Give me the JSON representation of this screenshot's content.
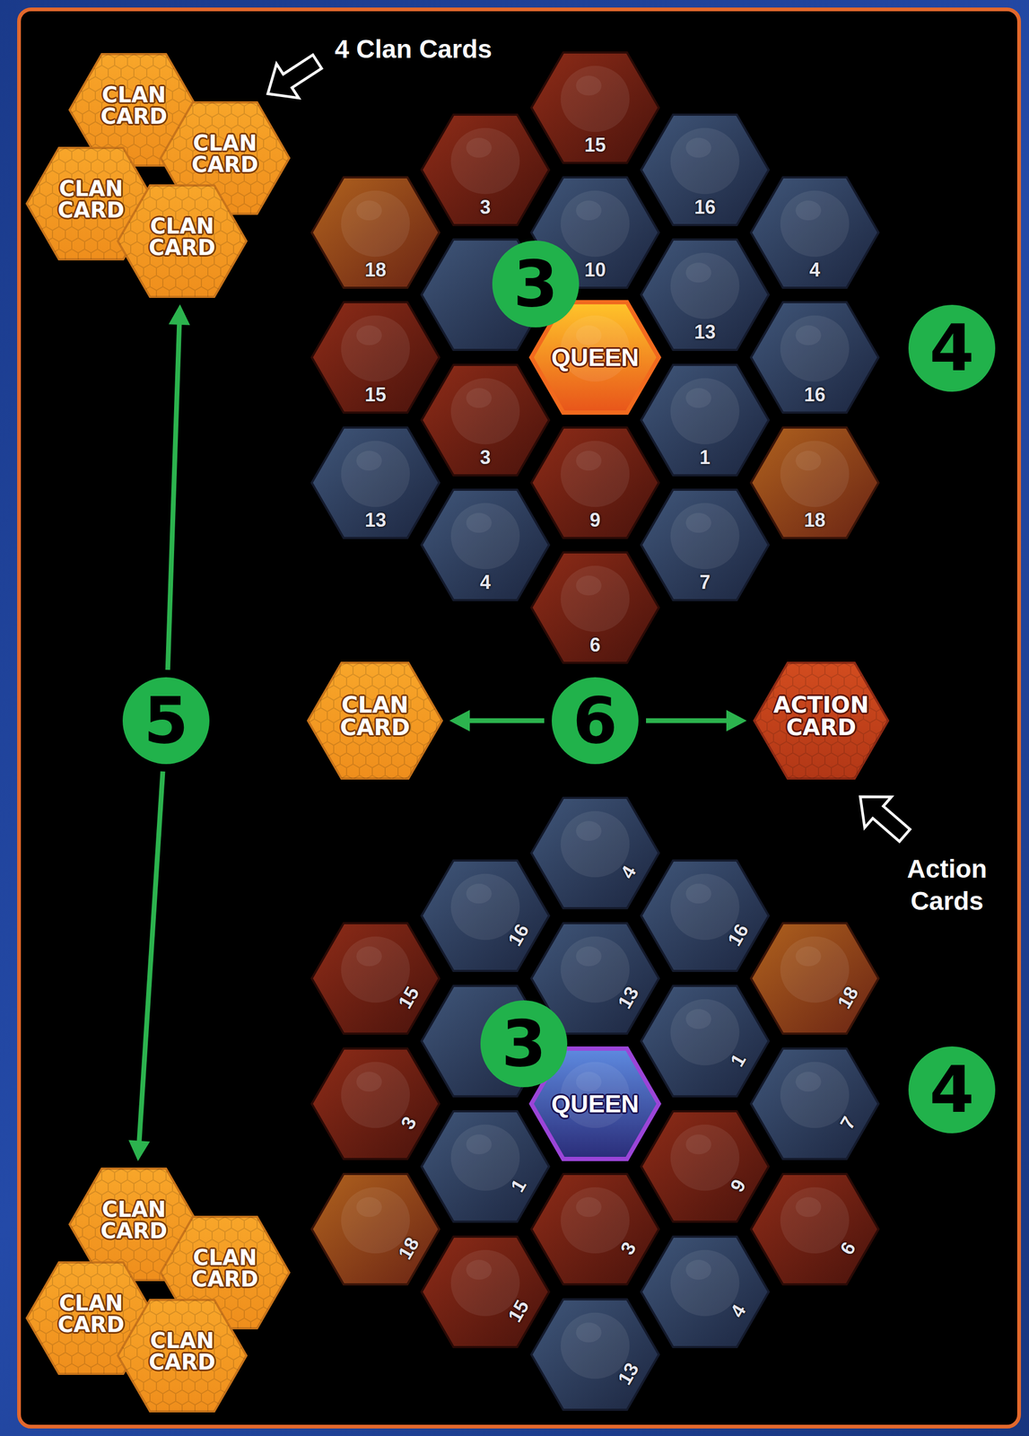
{
  "diagram": {
    "nodes": [
      {
        "text": [
          "CLAN CARD"
        ]
      },
      {
        "text": [
          "CLAN CARD"
        ]
      },
      {
        "text": [
          "CLAN CARD"
        ]
      },
      {
        "text": [
          "CLAN CARD"
        ]
      },
      {
        "text": [
          "15"
        ]
      },
      {
        "text": [
          "3"
        ]
      },
      {
        "text": [
          "16"
        ]
      },
      {
        "text": [
          "18"
        ]
      },
      {
        "text": [
          "10"
        ]
      },
      {
        "text": [
          "4"
        ]
      },
      {
        "text": [
          "3"
        ]
      },
      {
        "text": [
          "13"
        ]
      },
      {
        "text": [
          "4"
        ]
      },
      {
        "text": [
          "15"
        ]
      },
      {
        "text": [
          "QUEEN"
        ]
      },
      {
        "text": [
          "16"
        ]
      },
      {
        "text": [
          "3"
        ]
      },
      {
        "text": [
          "1"
        ]
      },
      {
        "text": [
          "13"
        ]
      },
      {
        "text": [
          "9"
        ]
      },
      {
        "text": [
          "18"
        ]
      },
      {
        "text": [
          "4"
        ]
      },
      {
        "text": [
          "7"
        ]
      },
      {
        "text": [
          "6"
        ]
      },
      {
        "text": [
          "5"
        ]
      },
      {
        "text": [
          "CLAN CARD"
        ]
      },
      {
        "text": [
          "6"
        ]
      },
      {
        "text": [
          "ACTION CARD"
        ]
      },
      {
        "text": [
          "4"
        ]
      },
      {
        "text": [
          "16"
        ]
      },
      {
        "text": [
          "16"
        ]
      },
      {
        "text": [
          "15"
        ]
      },
      {
        "text": [
          "13"
        ]
      },
      {
        "text": [
          "18"
        ]
      },
      {
        "text": [
          "1"
        ]
      },
      {
        "text": [
          "3"
        ]
      },
      {
        "text": [
          "4"
        ]
      },
      {
        "text": [
          "3"
        ]
      },
      {
        "text": [
          "QUEEN"
        ]
      },
      {
        "text": [
          "7"
        ]
      },
      {
        "text": [
          "1"
        ]
      },
      {
        "text": [
          "9"
        ]
      },
      {
        "text": [
          "18"
        ]
      },
      {
        "text": [
          "3"
        ]
      },
      {
        "text": [
          "6"
        ]
      },
      {
        "text": [
          "15"
        ]
      },
      {
        "text": [
          "4"
        ]
      },
      {
        "text": [
          "13"
        ]
      },
      {
        "text": [
          "CLAN CARD"
        ]
      },
      {
        "text": [
          "CLAN CARD"
        ]
      },
      {
        "text": [
          "CLAN CARD"
        ]
      },
      {
        "text": [
          "CLAN CARD"
        ]
      }
    ],
    "edges": [
      {
        "from": 24,
        "to": 3,
        "arrow": "to"
      },
      {
        "from": 24,
        "to": 48,
        "arrow": "to"
      },
      {
        "from": 26,
        "to": 25,
        "arrow": "to"
      },
      {
        "from": 26,
        "to": 27,
        "arrow": "to"
      }
    ],
    "labels": [
      "4 Clan Cards",
      "Action Cards"
    ]
  }
}
